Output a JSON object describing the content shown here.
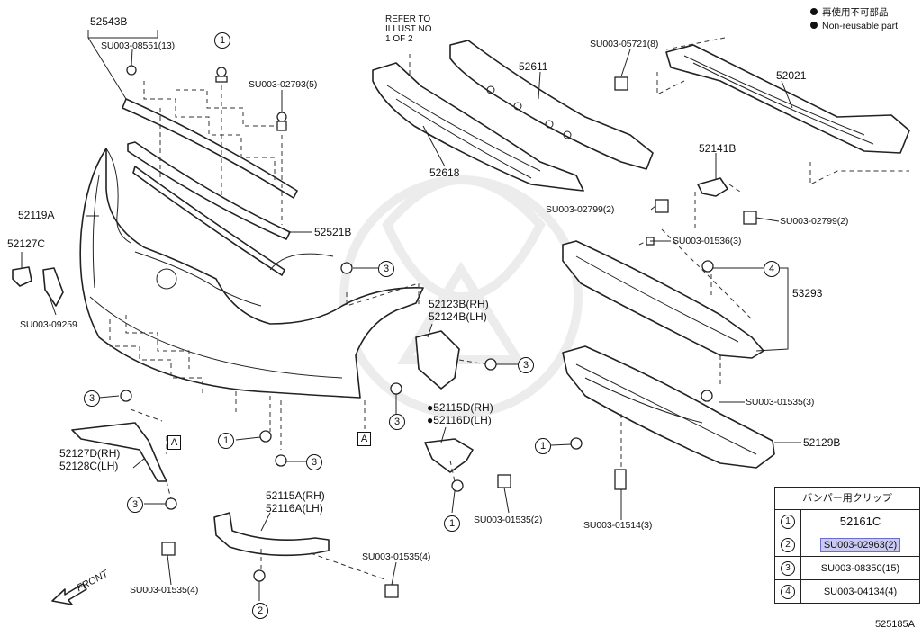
{
  "legend": {
    "non_reusable_jp": "再使用不可部品",
    "non_reusable_en": "Non-reusable part"
  },
  "reference_note": "REFER TO\nILLUST NO.\n1 OF 2",
  "front_label": "FRONT",
  "box_marker": "A",
  "diagram_code": "525185A",
  "callouts": {
    "c1": "1",
    "c2": "2",
    "c3": "3",
    "c4": "4"
  },
  "labels": {
    "p52543B": "52543B",
    "su08551": "SU003-08551(13)",
    "su02793": "SU003-02793(5)",
    "p52611": "52611",
    "p52618": "52618",
    "su05721": "SU003-05721(8)",
    "p52021": "52021",
    "p52141B": "52141B",
    "su02799a": "SU003-02799(2)",
    "su02799b": "SU003-02799(2)",
    "su01536": "SU003-01536(3)",
    "p53293": "53293",
    "p52119A": "52119A",
    "p52127C": "52127C",
    "su09259": "SU003-09259",
    "p52521B": "52521B",
    "p52123B": "52123B(RH)",
    "p52124B": "52124B(LH)",
    "p52115D": "●52115D(RH)",
    "p52116D": "●52116D(LH)",
    "su01535a": "SU003-01535(3)",
    "p52129B": "52129B",
    "p52127D": "52127D(RH)",
    "p52128C": "52128C(LH)",
    "p52115A": "52115A(RH)",
    "p52116A": "52116A(LH)",
    "su01535b": "SU003-01535(2)",
    "su01514": "SU003-01514(3)",
    "su01535c": "SU003-01535(4)",
    "su01535d": "SU003-01535(4)"
  },
  "clip_table": {
    "title": "バンパー用クリップ",
    "rows": [
      {
        "num": "1",
        "part": "52161C"
      },
      {
        "num": "2",
        "part": "SU003-02963(2)",
        "highlighted": true
      },
      {
        "num": "3",
        "part": "SU003-08350(15)"
      },
      {
        "num": "4",
        "part": "SU003-04134(4)"
      }
    ]
  },
  "colors": {
    "line": "#222222",
    "highlight_fill": "#c9c9f2",
    "highlight_border": "#6b6bd1"
  }
}
